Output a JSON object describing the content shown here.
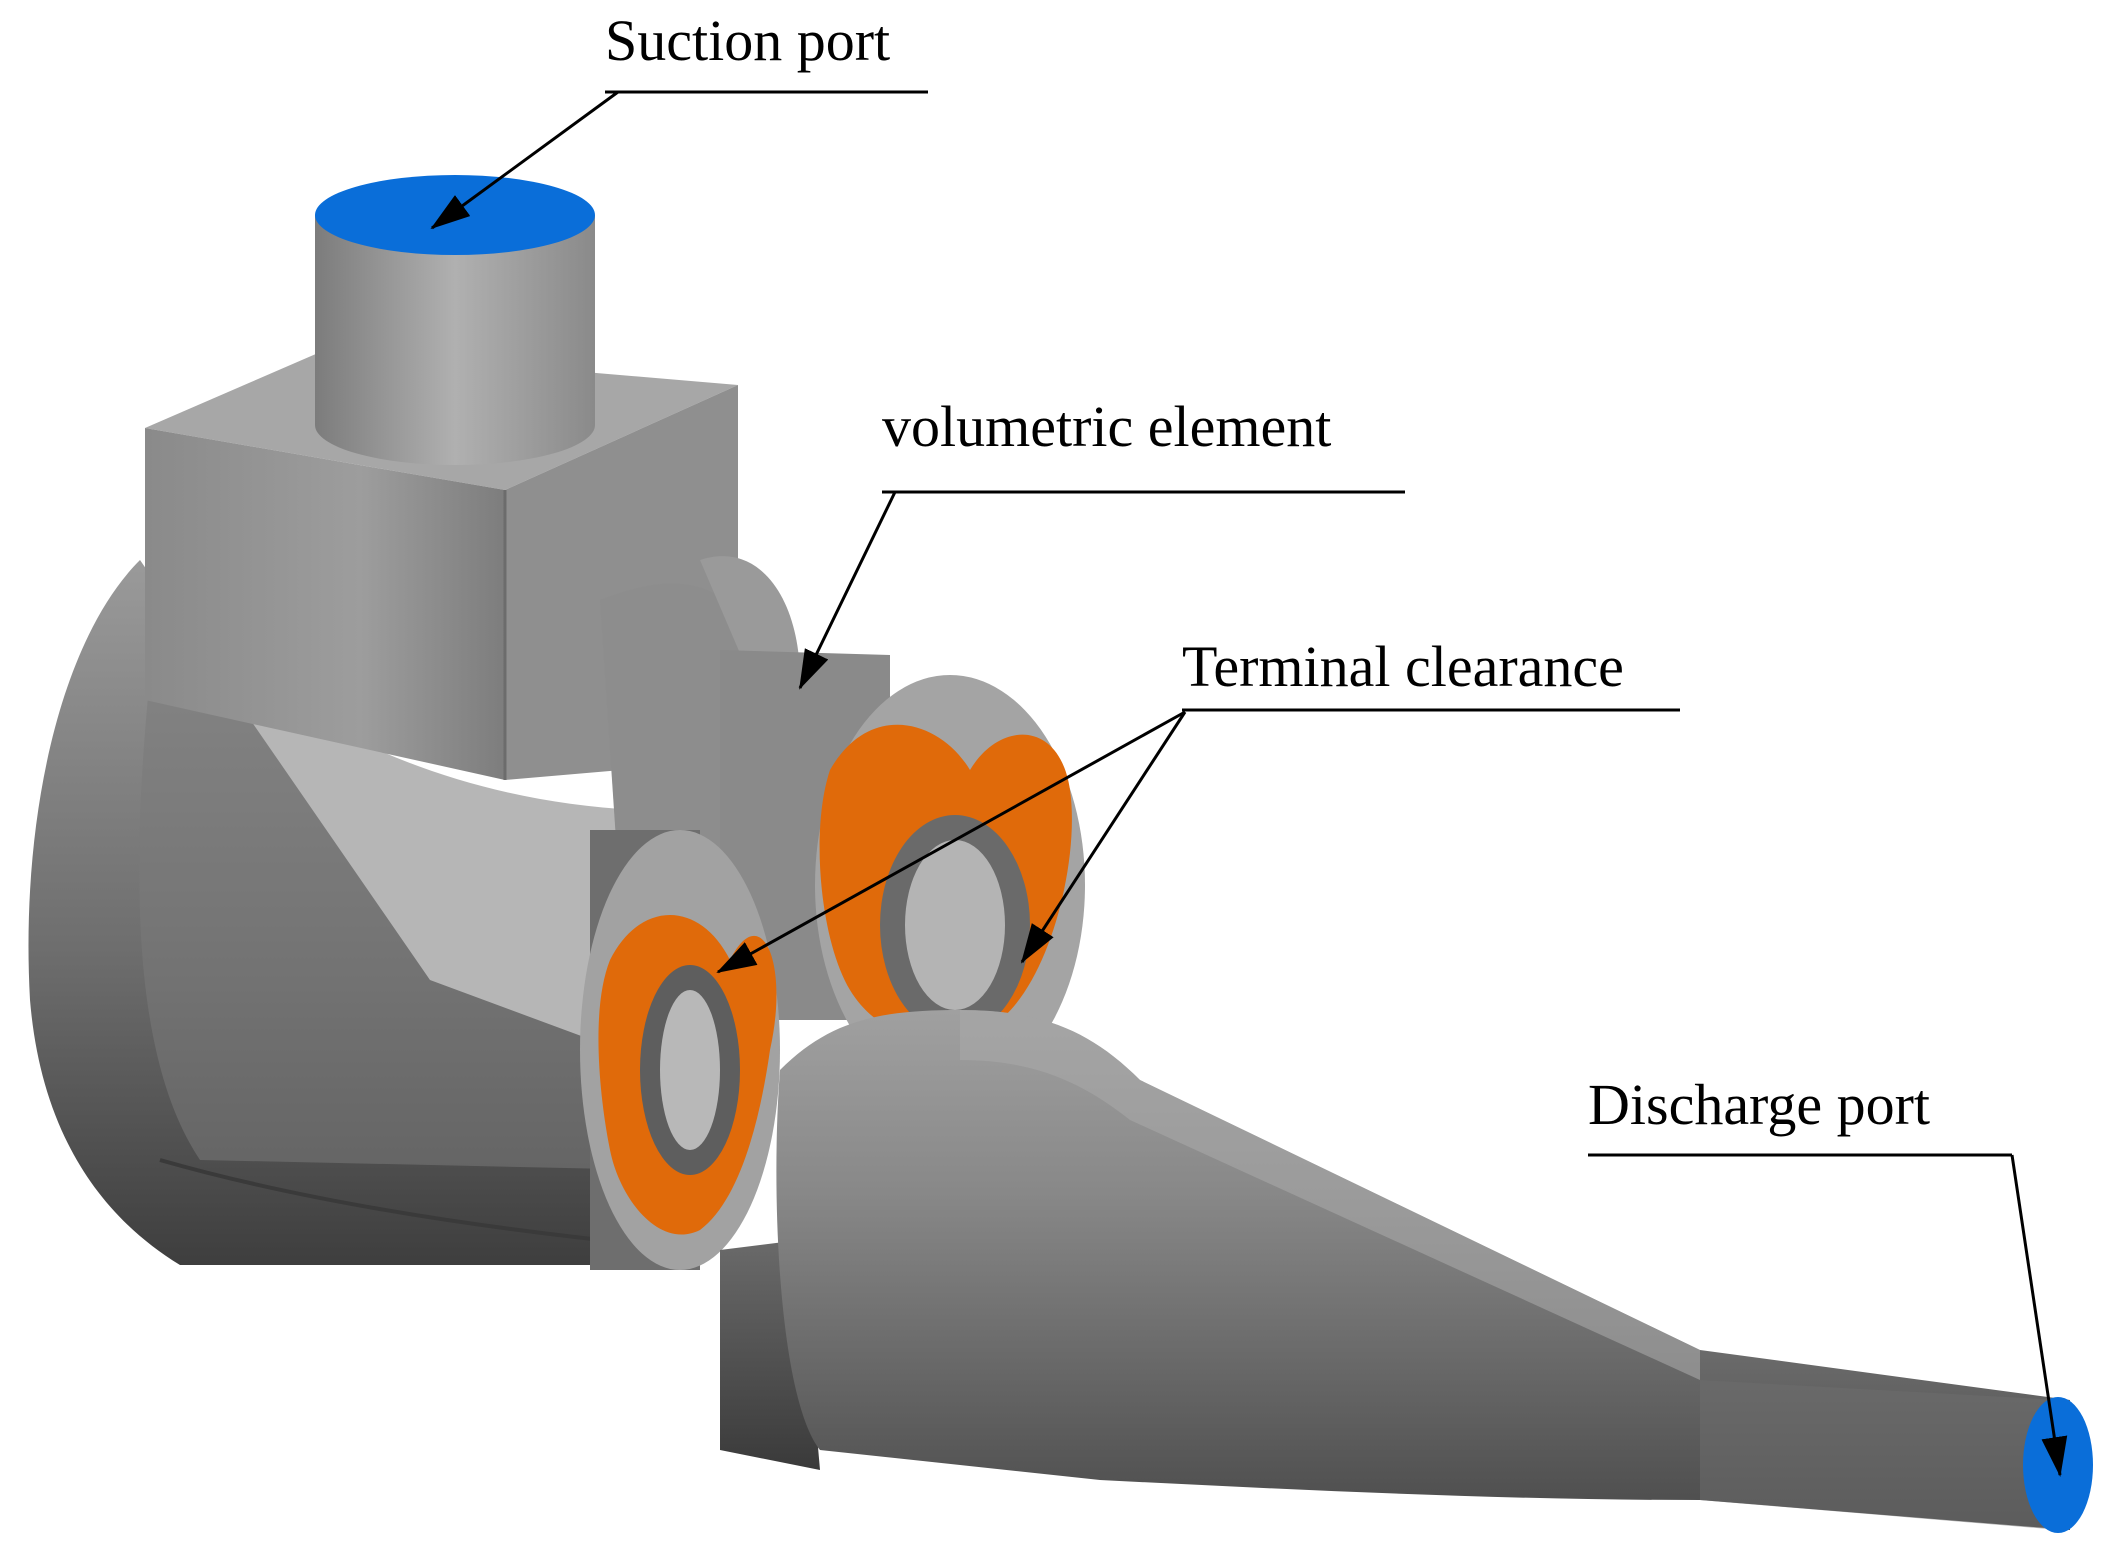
{
  "labels": {
    "suction_port": "Suction port",
    "volumetric_element": "volumetric element",
    "terminal_clearance": "Terminal clearance",
    "discharge_port": "Discharge port"
  },
  "colors": {
    "body_gray": "#8c8c8c",
    "port_blue": "#0a6ed9",
    "clearance_orange": "#e06a0a",
    "background": "#ffffff"
  }
}
